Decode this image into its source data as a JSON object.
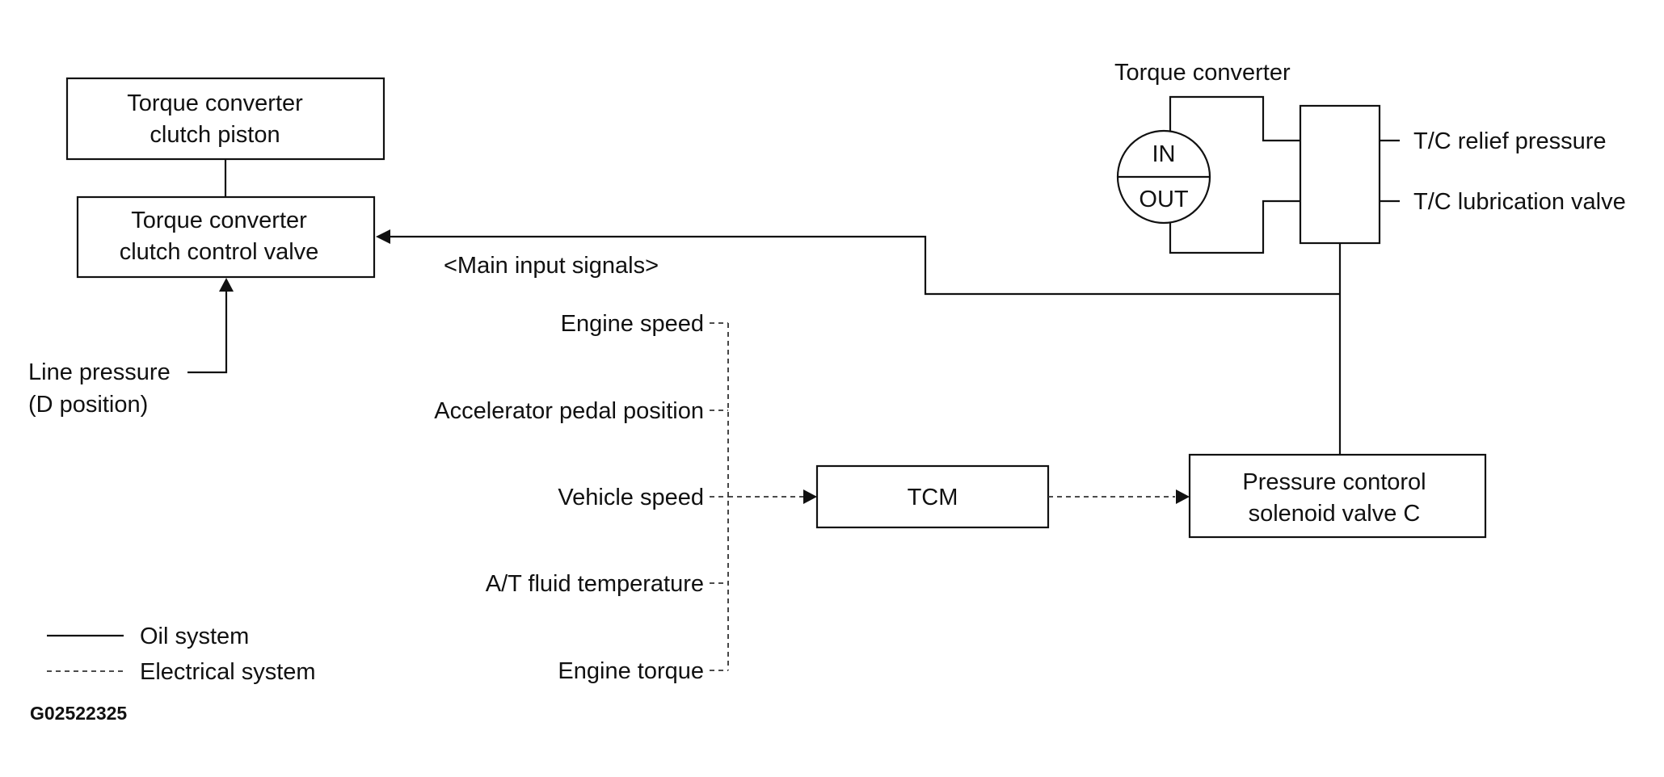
{
  "blocks": {
    "clutch_piston": [
      "Torque converter",
      "clutch piston"
    ],
    "clutch_control_valve": [
      "Torque converter",
      "clutch control valve"
    ],
    "tcm": "TCM",
    "solenoid_valve": [
      "Pressure contorol",
      "solenoid valve C"
    ]
  },
  "torque_converter": {
    "title": "Torque converter",
    "in_label": "IN",
    "out_label": "OUT"
  },
  "outputs": {
    "relief": "T/C relief pressure",
    "lubrication": "T/C lubrication valve"
  },
  "line_pressure": [
    "Line pressure",
    "(D position)"
  ],
  "main_input_title": "<Main input signals>",
  "inputs": [
    "Engine speed",
    "Accelerator pedal position",
    "Vehicle speed",
    "A/T fluid temperature",
    "Engine torque"
  ],
  "legend": {
    "oil": "Oil system",
    "electrical": "Electrical system"
  },
  "figure_code": "G02522325"
}
